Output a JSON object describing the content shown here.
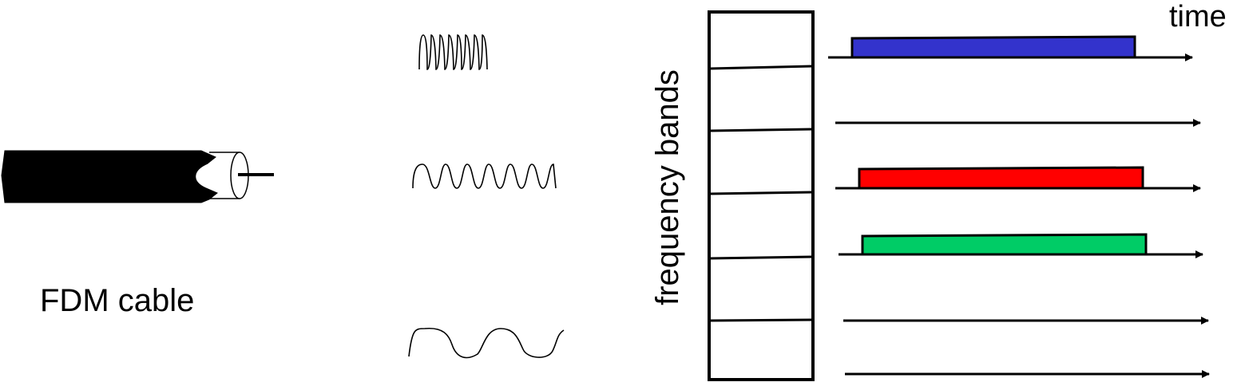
{
  "cable_label": "FDM cable",
  "axis_frequency_label": "frequency bands",
  "axis_time_label": "time",
  "colors": {
    "stroke": "#000000",
    "cable": "#000000",
    "signal_blue": "#3333cc",
    "signal_red": "#ff0000",
    "signal_green": "#00cc66"
  },
  "icons": [
    "coaxial-cable-icon",
    "high-frequency-wave-icon",
    "mid-frequency-wave-icon",
    "low-frequency-wave-icon"
  ]
}
